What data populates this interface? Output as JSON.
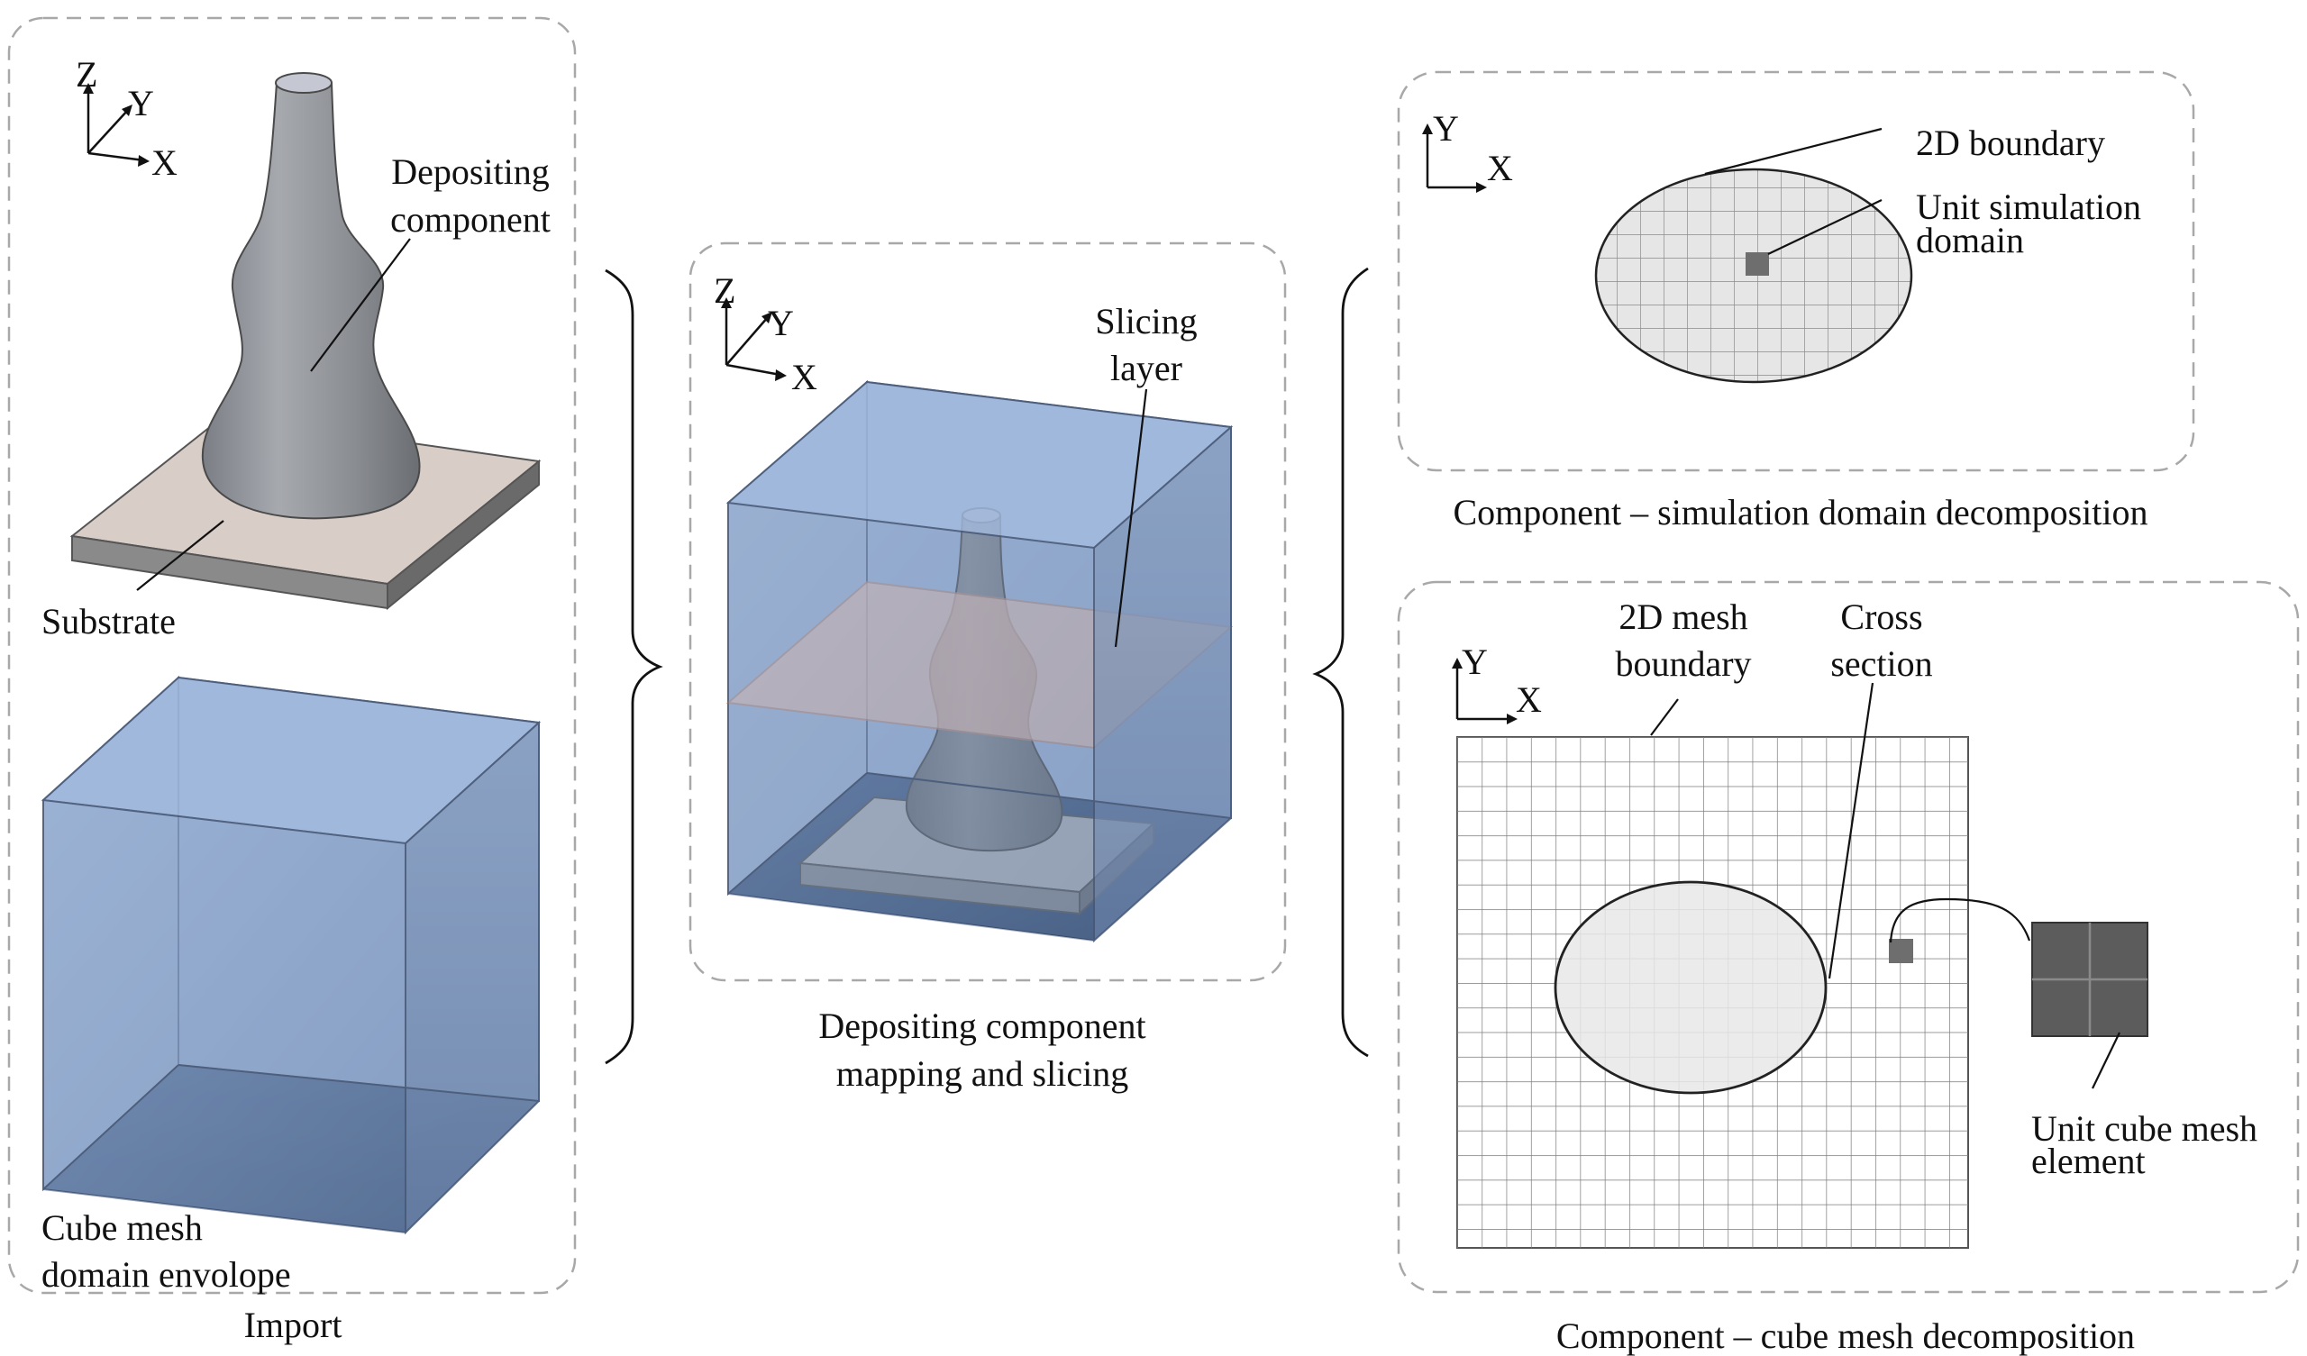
{
  "import_panel": {
    "caption": "Import",
    "axes": {
      "z": "Z",
      "y": "Y",
      "x": "X"
    },
    "depositing_label": [
      "Depositing",
      "component"
    ],
    "substrate_label": "Substrate",
    "cube_label": [
      "Cube mesh",
      "domain envolope"
    ]
  },
  "mapping_panel": {
    "caption": [
      "Depositing component",
      "mapping and slicing"
    ],
    "axes": {
      "z": "Z",
      "y": "Y",
      "x": "X"
    },
    "slicing_label": [
      "Slicing",
      "layer"
    ]
  },
  "domain_panel": {
    "caption": "Component – simulation domain decomposition",
    "axes": {
      "y": "Y",
      "x": "X"
    },
    "boundary_label": "2D boundary",
    "unit_label": [
      "Unit simulation",
      "domain"
    ]
  },
  "cube_panel": {
    "caption": "Component – cube mesh decomposition",
    "axes": {
      "y": "Y",
      "x": "X"
    },
    "mesh_label": [
      "2D mesh",
      "boundary"
    ],
    "cross_label": [
      "Cross",
      "section"
    ],
    "element_label": [
      "Unit cube mesh",
      "element"
    ]
  },
  "colors": {
    "frame": "#a8a8a8",
    "component": "#8f9297",
    "substrate_top": "#d8ccc6",
    "cube_face": "#8ea5c8",
    "cube_floor": "#233c63",
    "slice": "#e3b4a0",
    "domain_fill": "#e6e6e6",
    "unit": "#6e6e6e"
  }
}
